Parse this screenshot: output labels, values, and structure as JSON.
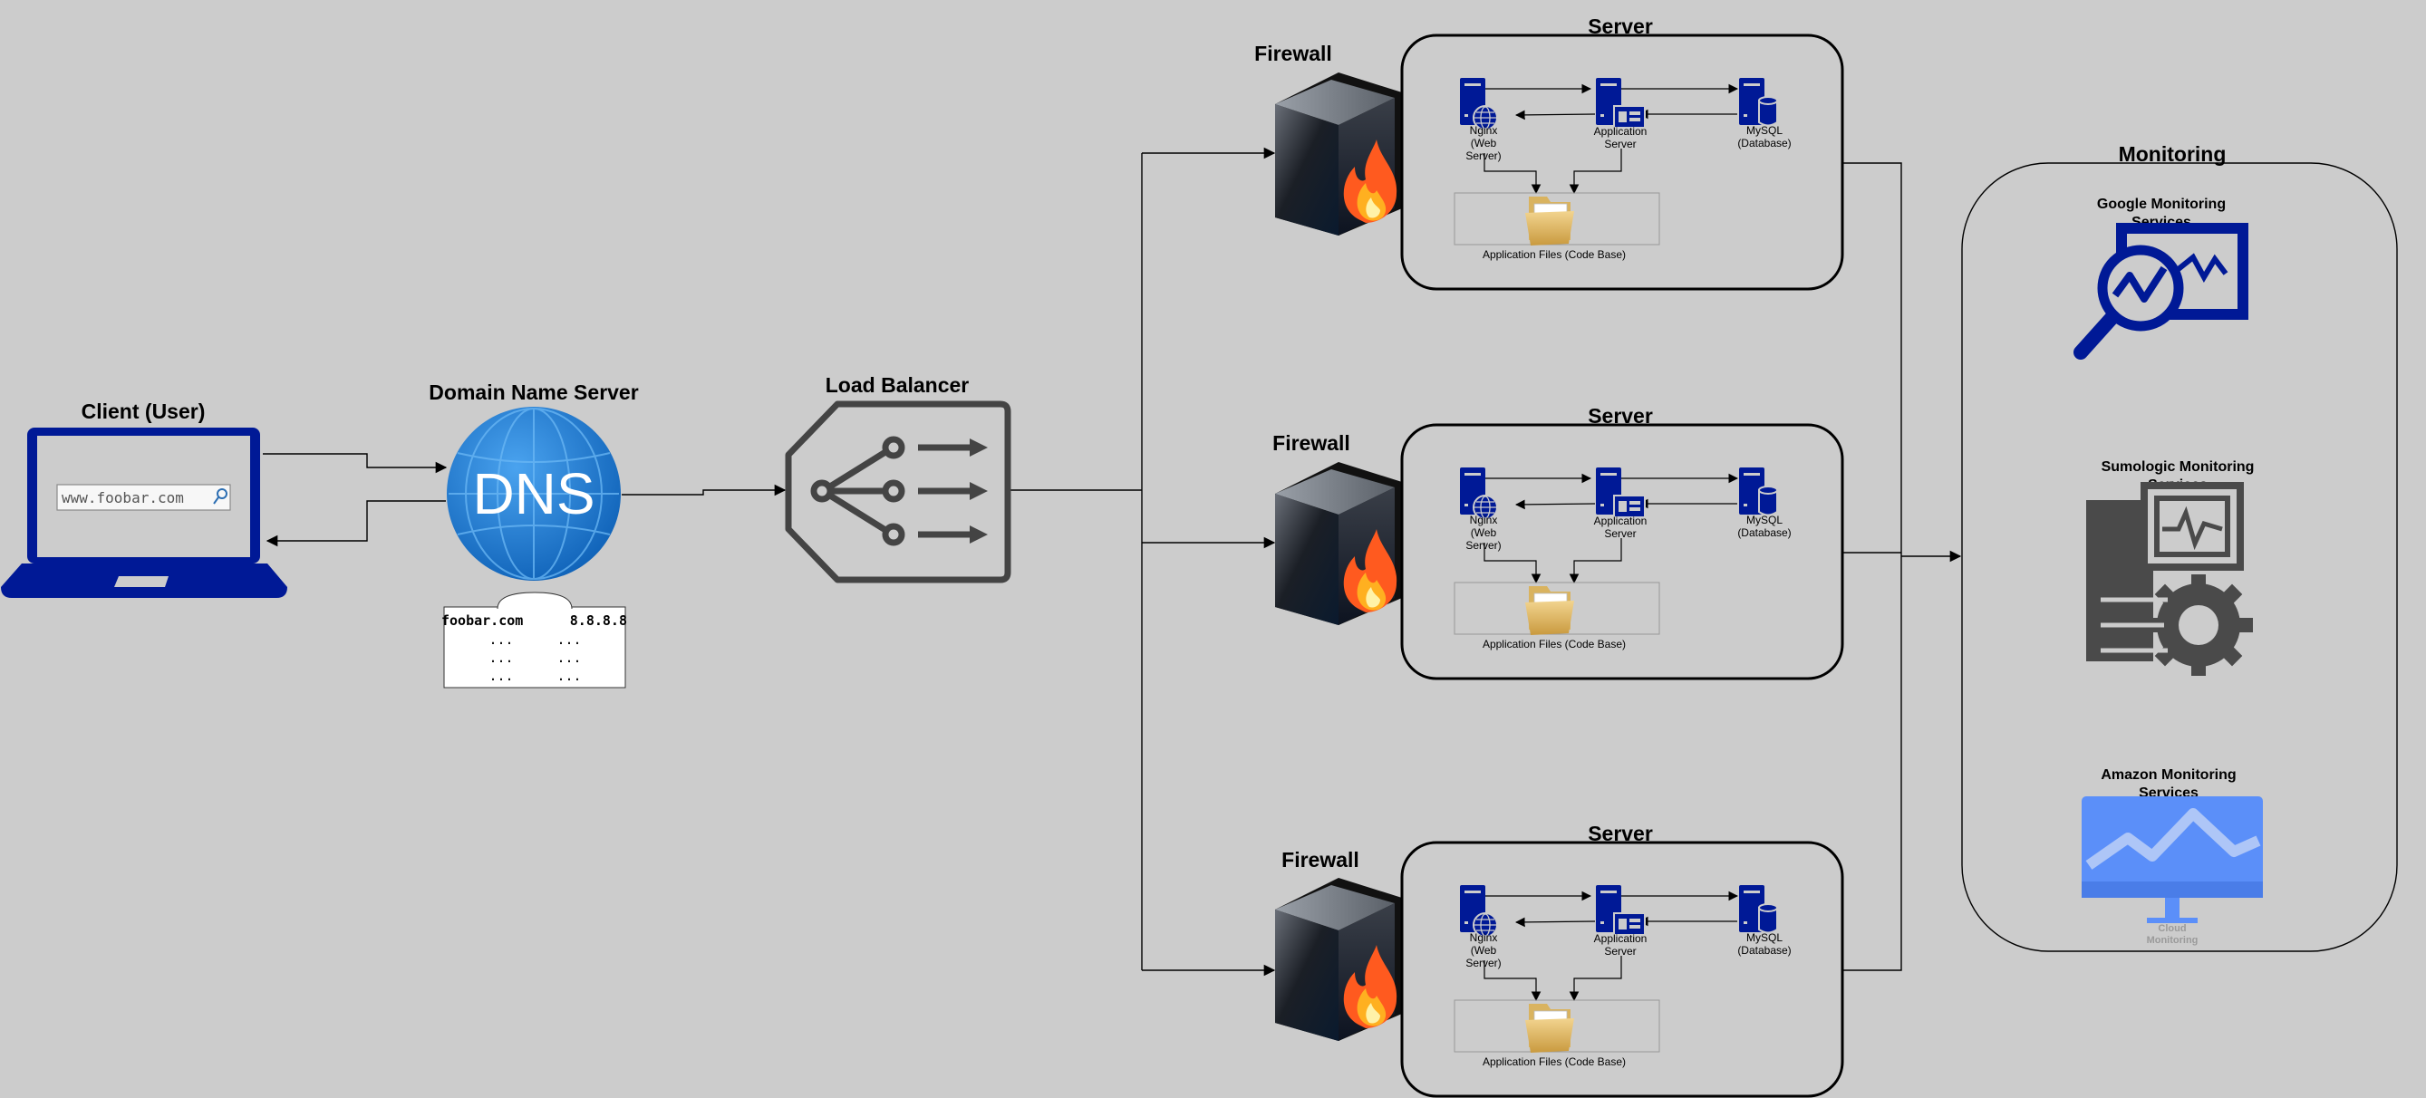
{
  "client": {
    "title": "Client (User)",
    "url": "www.foobar.com"
  },
  "dns": {
    "title": "Domain Name Server",
    "logo_text": "DNS",
    "records": [
      [
        "foobar.com",
        "8.8.8.8"
      ],
      [
        "...",
        "..."
      ],
      [
        "...",
        "..."
      ],
      [
        "...",
        "..."
      ]
    ]
  },
  "load_balancer": {
    "title": "Load Balancer"
  },
  "firewall_label": "Firewall",
  "servers": [
    {
      "title": "Server",
      "web": [
        "Nginx",
        "(Web",
        "Server)"
      ],
      "app": [
        "Application",
        "Server"
      ],
      "db": [
        "MySQL",
        "(Database)"
      ],
      "files": "Application Files (Code Base)"
    },
    {
      "title": "Server",
      "web": [
        "Nginx",
        "(Web",
        "Server)"
      ],
      "app": [
        "Application",
        "Server"
      ],
      "db": [
        "MySQL",
        "(Database)"
      ],
      "files": "Application Files (Code Base)"
    },
    {
      "title": "Server",
      "web": [
        "Nginx",
        "(Web",
        "Server)"
      ],
      "app": [
        "Application",
        "Server"
      ],
      "db": [
        "MySQL",
        "(Database)"
      ],
      "files": "Application Files (Code Base)"
    }
  ],
  "monitoring": {
    "title": "Monitoring",
    "google": [
      "Google Monitoring",
      "Services"
    ],
    "sumologic": [
      "Sumologic Monitoring",
      "Services"
    ],
    "amazon": [
      "Amazon Monitoring",
      "Services"
    ],
    "amazon_caption": [
      "Cloud",
      "Monitoring"
    ]
  },
  "colors": {
    "background": "#cccccc",
    "navy": "#001996",
    "dark_gray": "#444444",
    "dns_blue": "#1a7fd6",
    "cloud_blue": "#5b8ff9"
  }
}
